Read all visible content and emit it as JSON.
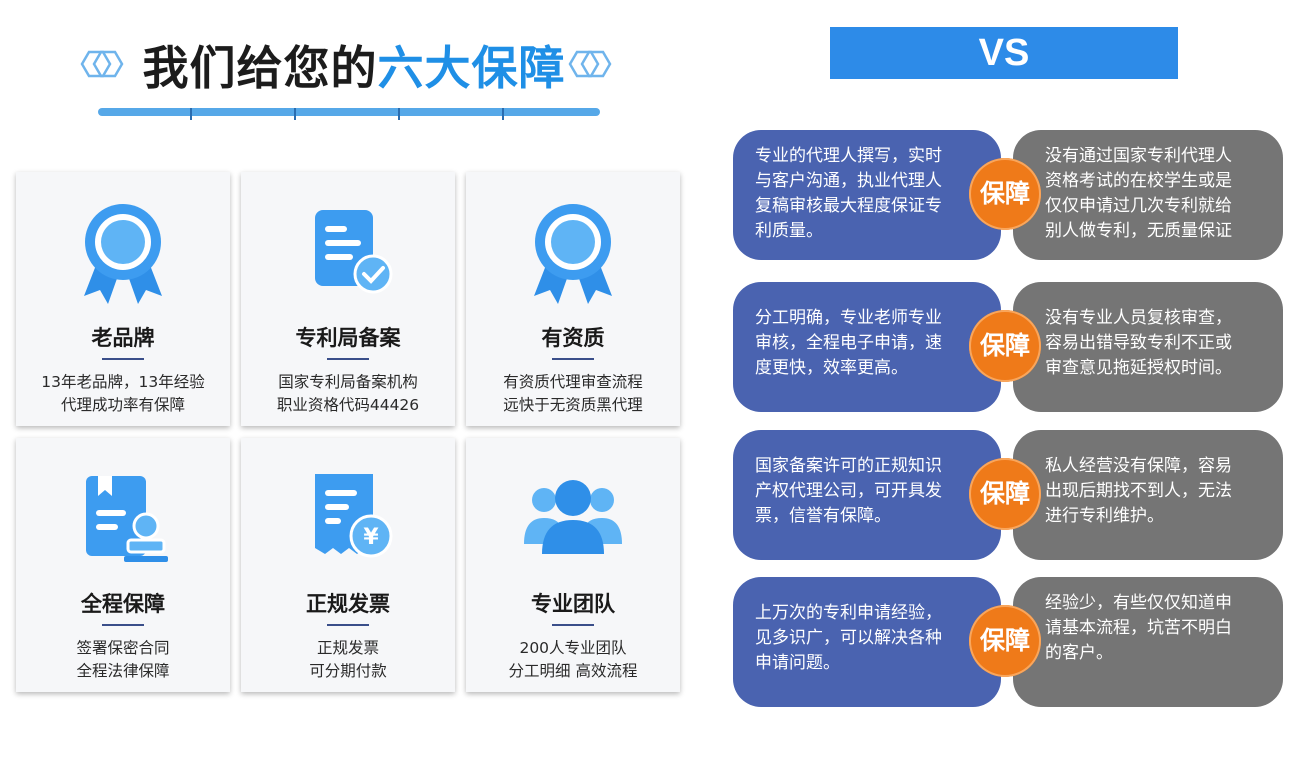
{
  "header": {
    "title_part1": "我们给您的",
    "title_part2": "六大保障"
  },
  "vs_label": "VS",
  "cards": [
    {
      "name": "老品牌",
      "line1": "13年老品牌，13年经验",
      "line2": "代理成功率有保障",
      "icon": "award-ribbon-icon"
    },
    {
      "name": "专利局备案",
      "line1": "国家专利局备案机构",
      "line2": "职业资格代码44426",
      "icon": "document-check-icon"
    },
    {
      "name": "有资质",
      "line1": "有资质代理审查流程",
      "line2": "远快于无资质黑代理",
      "icon": "award-ribbon-icon"
    },
    {
      "name": "全程保障",
      "line1": "签署保密合同",
      "line2": "全程法律保障",
      "icon": "certificate-stamp-icon"
    },
    {
      "name": "正规发票",
      "line1": "正规发票",
      "line2": "可分期付款",
      "icon": "invoice-yen-icon"
    },
    {
      "name": "专业团队",
      "line1": "200人专业团队",
      "line2": "分工明细 高效流程",
      "icon": "team-people-icon"
    }
  ],
  "comparisons": [
    {
      "left": [
        "专业的代理人撰写，实时",
        "与客户沟通，执业代理人",
        "复稿审核最大程度保证专",
        "利质量。"
      ],
      "badge": "保障",
      "right": [
        "没有通过国家专利代理人",
        "资格考试的在校学生或是",
        "仅仅申请过几次专利就给",
        "别人做专利，无质量保证"
      ]
    },
    {
      "left": [
        "分工明确，专业老师专业",
        "审核，全程电子申请，速",
        "度更快，效率更高。"
      ],
      "badge": "保障",
      "right": [
        "没有专业人员复核审查，",
        "容易出错导致专利不正或",
        "审查意见拖延授权时间。"
      ]
    },
    {
      "left": [
        "国家备案许可的正规知识",
        "产权代理公司，可开具发",
        "票，信誉有保障。"
      ],
      "badge": "保障",
      "right": [
        "私人经营没有保障，容易",
        "出现后期找不到人，无法",
        "进行专利维护。"
      ]
    },
    {
      "left": [
        "上万次的专利申请经验，",
        "见多识广，可以解决各种",
        "申请问题。"
      ],
      "badge": "保障",
      "right": [
        "经验少，有些仅仅知道申",
        "请基本流程，坑苦不明白",
        "的客户。"
      ]
    }
  ],
  "colors": {
    "accent_blue": "#1f8fe6",
    "vs_blue": "#2d8be8",
    "left_pill": "#4a63b0",
    "right_pill": "#757575",
    "badge_orange": "#ef7a19"
  }
}
